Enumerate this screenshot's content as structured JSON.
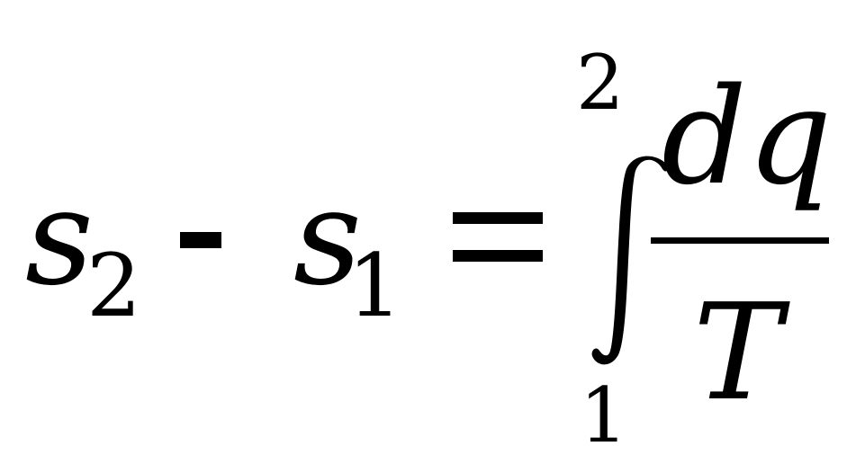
{
  "equation": {
    "lhs": {
      "var1": "s",
      "sub1": "2",
      "minus": "-",
      "var2": "s",
      "sub2": "1"
    },
    "equals": "=",
    "integral": {
      "symbol": "∫",
      "upper": "2",
      "lower": "1"
    },
    "fraction": {
      "numerator": "dq",
      "denominator": "T"
    }
  }
}
